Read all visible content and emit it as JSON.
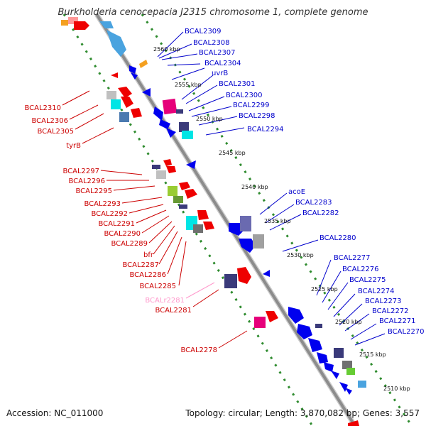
{
  "title": "Burkholderia cenocepacia J2315 chromosome 1, complete genome",
  "footer": {
    "accession": "Accession: NC_011000",
    "summary": "Topology: circular; Length: 3,870,082 bp; Genes: 3,557"
  },
  "colors": {
    "backbone": "#8c8c8c",
    "dots": "#2e8b2e",
    "forward_labels": "#0000cc",
    "reverse_labels": "#cc0000",
    "rna_label": "#ff99cc",
    "gene_blue": "#0000ee",
    "gene_red": "#ee0000",
    "gene_navy": "#3a3a7a",
    "gene_cyan": "#00e5e5",
    "gene_magenta": "#e6007a",
    "gene_green": "#66cc33",
    "gene_gray": "#a0a0a0",
    "gene_skyblue": "#4aa3df",
    "gene_orange": "#f4a020",
    "gene_pink": "#ff8888"
  },
  "ticks": [
    "2560 kbp",
    "2555 kbp",
    "2550 kbp",
    "2545 kbp",
    "2540 kbp",
    "2535 kbp",
    "2530 kbp",
    "2525 kbp",
    "2520 kbp",
    "2515 kbp",
    "2510 kbp"
  ],
  "forward_genes": [
    "BCAL2309",
    "BCAL2308",
    "BCAL2307",
    "BCAL2304",
    "uvrB",
    "BCAL2301",
    "BCAL2300",
    "BCAL2299",
    "BCAL2298",
    "BCAL2294",
    "acoE",
    "BCAL2283",
    "BCAL2282",
    "BCAL2280",
    "BCAL2277",
    "BCAL2276",
    "BCAL2275",
    "BCAL2274",
    "BCAL2273",
    "BCAL2272",
    "BCAL2271",
    "BCAL2270"
  ],
  "reverse_genes": [
    "BCAL2310",
    "BCAL2306",
    "BCAL2305",
    "tyrB",
    "BCAL2297",
    "BCAL2296",
    "BCAL2295",
    "BCAL2293",
    "BCAL2292",
    "BCAL2291",
    "BCAL2290",
    "BCAL2289",
    "bfr",
    "BCAL2287",
    "BCAL2286",
    "BCAL2285",
    "BCAL2281",
    "BCAL2278"
  ],
  "rna_genes": [
    "BCALr2281"
  ]
}
